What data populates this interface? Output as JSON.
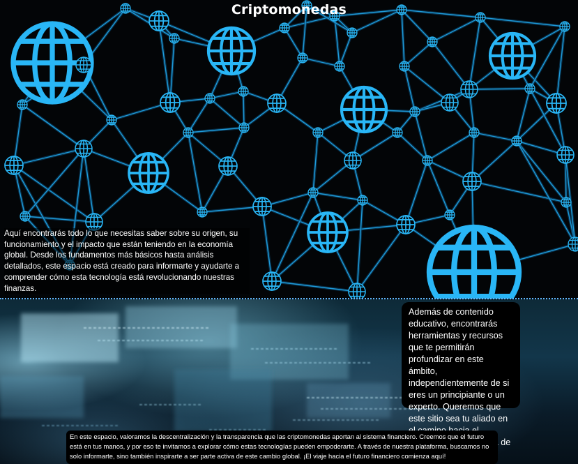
{
  "page": {
    "title": "Criptomonedas"
  },
  "hero": {
    "image": "network-globe-icons",
    "accent_color": "#29b6f6",
    "intro_text": "Aquí encontrarás todo lo que necesitas saber sobre su origen, su funcionamiento y el impacto que están teniendo en la economía global. Desde los fundamentos más básicos hasta análisis detallados, este espacio está creado para informarte y ayudarte a comprender cómo esta tecnología está revolucionando nuestras finanzas."
  },
  "lower": {
    "image": "blurred-data-screens",
    "tools_text": "Además de contenido educativo, encontrarás herramientas y recursos que te permitirán profundizar en este ámbito, independientemente de si eres un principiante o un experto. Queremos que este sitio sea tu aliado en el camino hacia el conocimiento y la toma de decisiones informadas.",
    "values_text": "En este espacio, valoramos la descentralización y la transparencia que las criptomonedas aportan al sistema financiero. Creemos que el futuro está en tus manos, y por eso te invitamos a explorar cómo estas tecnologías pueden empoderarte. A través de nuestra plataforma, buscamos no solo informarte, sino también inspirarte a ser parte activa de este cambio global. ¡El viaje hacia el futuro financiero comienza aquí!"
  }
}
